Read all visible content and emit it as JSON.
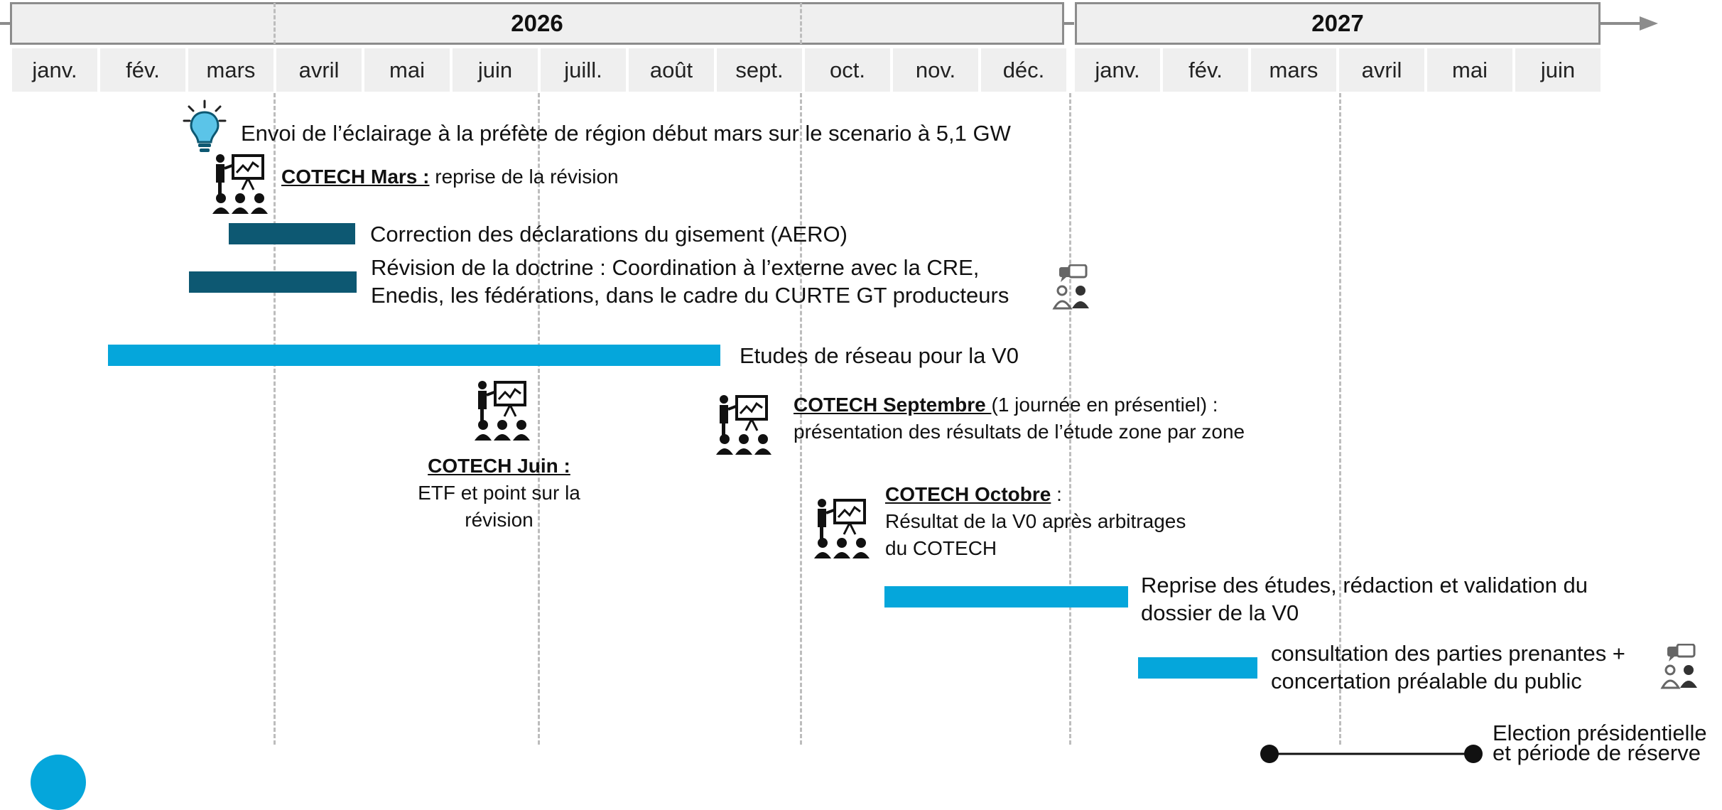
{
  "timeline": {
    "years": [
      {
        "label": "2026"
      },
      {
        "label": "2027"
      }
    ],
    "months_2026": [
      "janv.",
      "fév.",
      "mars",
      "avril",
      "mai",
      "juin",
      "juill.",
      "août",
      "sept.",
      "oct.",
      "nov.",
      "déc."
    ],
    "months_2027": [
      "janv.",
      "fév.",
      "mars",
      "avril",
      "mai",
      "juin"
    ]
  },
  "events": {
    "eclairage": "Envoi de l’éclairage à la préfète de région début mars sur le scenario à 5,1 GW",
    "cotech_mars_head": "COTECH Mars :",
    "cotech_mars_text": " reprise de la révision",
    "correction": "Correction des déclarations du gisement (AERO)",
    "revision_line1": "Révision de la doctrine : Coordination à l’externe avec la CRE,",
    "revision_line2": "Enedis, les fédérations, dans le cadre du CURTE GT producteurs",
    "etudes_reseau": "Etudes de réseau pour la V0",
    "cotech_sept_head": "COTECH Septembre ",
    "cotech_sept_text1": "(1 journée en présentiel) :",
    "cotech_sept_text2": "présentation des résultats de l’étude zone par zone",
    "cotech_juin_head": "COTECH Juin :",
    "cotech_juin_text1": "ETF et point sur la",
    "cotech_juin_text2": "révision",
    "cotech_oct_head": "COTECH Octobre",
    "cotech_oct_colon": " :",
    "cotech_oct_text1": "Résultat de la V0 après arbitrages",
    "cotech_oct_text2": "du COTECH",
    "reprise_line1": "Reprise des études, rédaction et validation du",
    "reprise_line2": "dossier de la V0",
    "consultation_line1": "consultation des parties prenantes +",
    "consultation_line2": "concertation préalable du public",
    "election_line1": "Election présidentielle",
    "election_line2": "et période de réserve"
  },
  "colors": {
    "dark_bar": "#0d5872",
    "light_bar": "#05a6db",
    "header_bg": "#efefef",
    "arrow": "#8c8c8c"
  },
  "icons": [
    "lightbulb-icon",
    "presentation-meeting-icon",
    "consultation-people-icon"
  ]
}
